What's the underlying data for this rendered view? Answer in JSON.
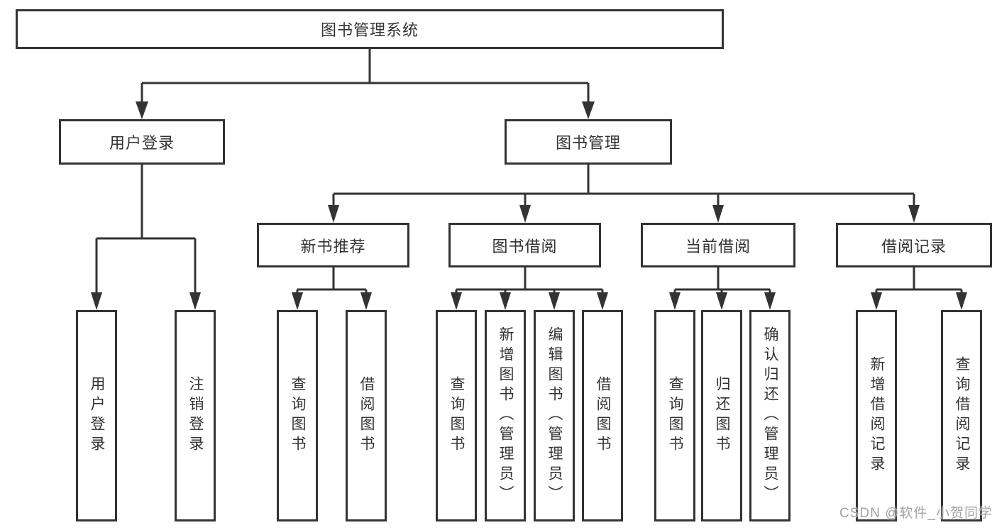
{
  "diagram": {
    "title": "图书管理系统",
    "nodes": {
      "root": "图书管理系统",
      "level2": [
        "用户登录",
        "图书管理"
      ],
      "level3": [
        "新书推荐",
        "图书借阅",
        "当前借阅",
        "借阅记录"
      ],
      "leaves": [
        "用户登录",
        "注销登录",
        "查询图书",
        "借阅图书",
        "查询图书",
        "新增图书（管理员）",
        "编辑图书（管理员）",
        "借阅图书",
        "查询图书",
        "归还图书",
        "确认归还（管理员）",
        "新增借阅记录",
        "查询借阅记录"
      ]
    },
    "hierarchy": [
      {
        "parent": "图书管理系统",
        "children": [
          "用户登录",
          "图书管理"
        ]
      },
      {
        "parent": "用户登录",
        "children": [
          "用户登录",
          "注销登录"
        ]
      },
      {
        "parent": "图书管理",
        "children": [
          "新书推荐",
          "图书借阅",
          "当前借阅",
          "借阅记录"
        ]
      },
      {
        "parent": "新书推荐",
        "children": [
          "查询图书",
          "借阅图书"
        ]
      },
      {
        "parent": "图书借阅",
        "children": [
          "查询图书",
          "新增图书（管理员）",
          "编辑图书（管理员）",
          "借阅图书"
        ]
      },
      {
        "parent": "当前借阅",
        "children": [
          "查询图书",
          "归还图书",
          "确认归还（管理员）"
        ]
      },
      {
        "parent": "借阅记录",
        "children": [
          "新增借阅记录",
          "查询借阅记录"
        ]
      }
    ]
  },
  "watermark": {
    "text": "CSDN @软件_小贺同学"
  },
  "colors": {
    "line": "#333333",
    "text": "#333333",
    "bg": "#ffffff",
    "watermark": "#a3a3a3"
  }
}
